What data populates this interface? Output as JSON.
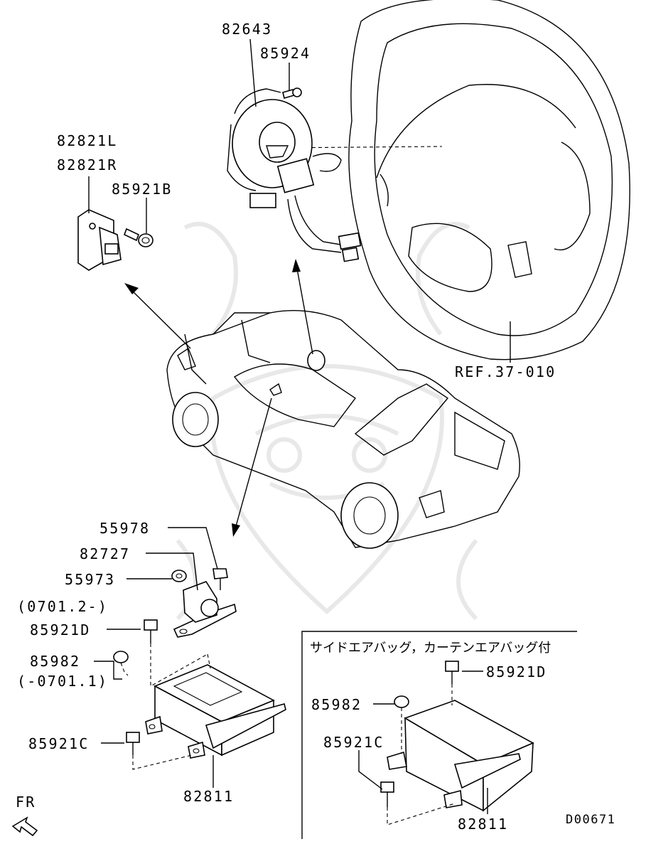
{
  "labels": {
    "p82643": "82643",
    "p85924": "85924",
    "p82821L": "82821L",
    "p82821R": "82821R",
    "p85921B": "85921B",
    "ref": "REF.37-010",
    "p55978": "55978",
    "p82727": "82727",
    "p55973": "55973",
    "date_from": "(0701.2-)",
    "p85921D": "85921D",
    "p85982": "85982",
    "date_to": "(-0701.1)",
    "p85921C": "85921C",
    "p82811": "82811",
    "fr": "FR",
    "inset_title": "サイドエアバッグ，カーテンエアバッグ付",
    "inset_85921D": "85921D",
    "inset_85982": "85982",
    "inset_85921C": "85921C",
    "inset_82811": "82811",
    "diagram_code": "D00671"
  }
}
